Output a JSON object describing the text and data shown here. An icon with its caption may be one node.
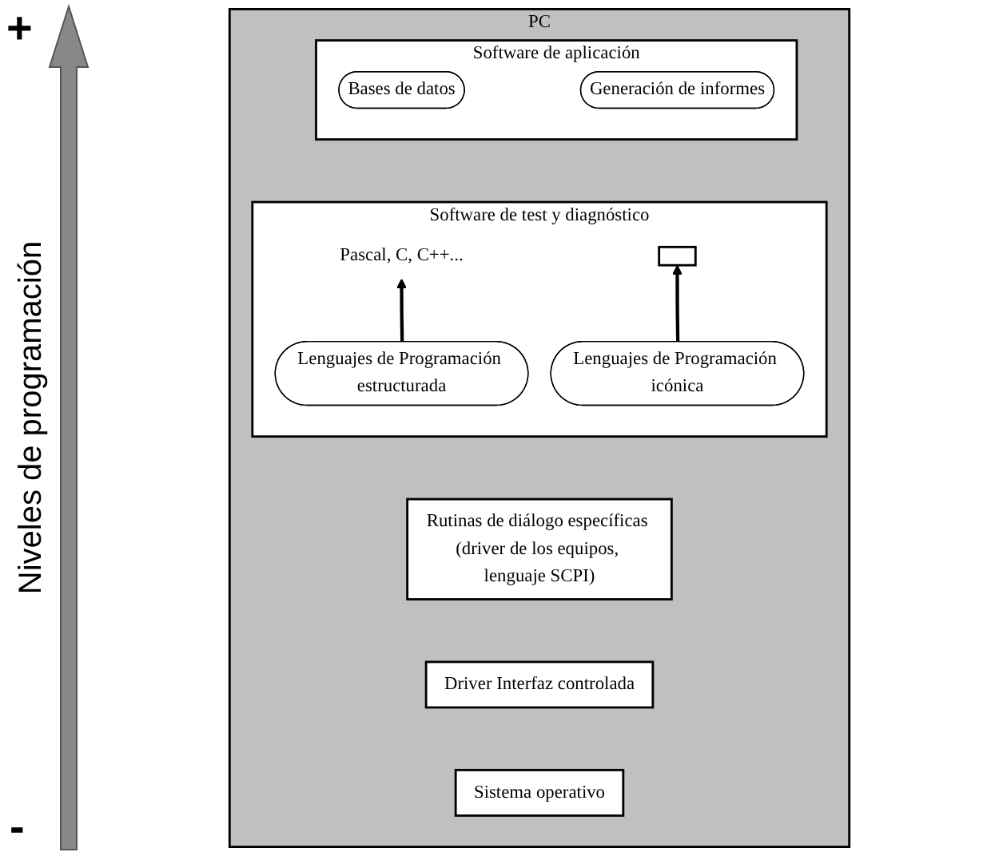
{
  "diagram": {
    "nodes": [
      {
        "text": [
          "PC"
        ]
      },
      {
        "text": [
          "Software de aplicación"
        ],
        "in": 0
      },
      {
        "text": [
          "Bases de datos"
        ],
        "in": 1
      },
      {
        "text": [
          "Generación de informes"
        ],
        "in": 1
      },
      {
        "text": [
          "Software de test y diagnóstico"
        ],
        "in": 0
      },
      {
        "text": [
          "Pascal, C, C++..."
        ],
        "in": 4
      },
      {
        "text": [],
        "shape": "box",
        "in": 4
      },
      {
        "text": [
          "Lenguajes de Programación estructurada"
        ],
        "in": 4
      },
      {
        "text": [
          "Lenguajes de Programación icónica"
        ],
        "in": 4
      },
      {
        "text": [
          "Rutinas de diálogo específicas (driver de los equipos, lenguaje SCPI)"
        ],
        "in": 0
      },
      {
        "text": [
          "Driver Interfaz controlada"
        ],
        "in": 0
      },
      {
        "text": [
          "Sistema operativo"
        ],
        "in": 0
      }
    ],
    "edges": [
      {
        "from": 7,
        "to": 5,
        "arrow": "to"
      },
      {
        "from": 8,
        "to": 6,
        "arrow": "to"
      }
    ],
    "labels": [
      "+",
      "Niveles de programación",
      "-"
    ]
  }
}
